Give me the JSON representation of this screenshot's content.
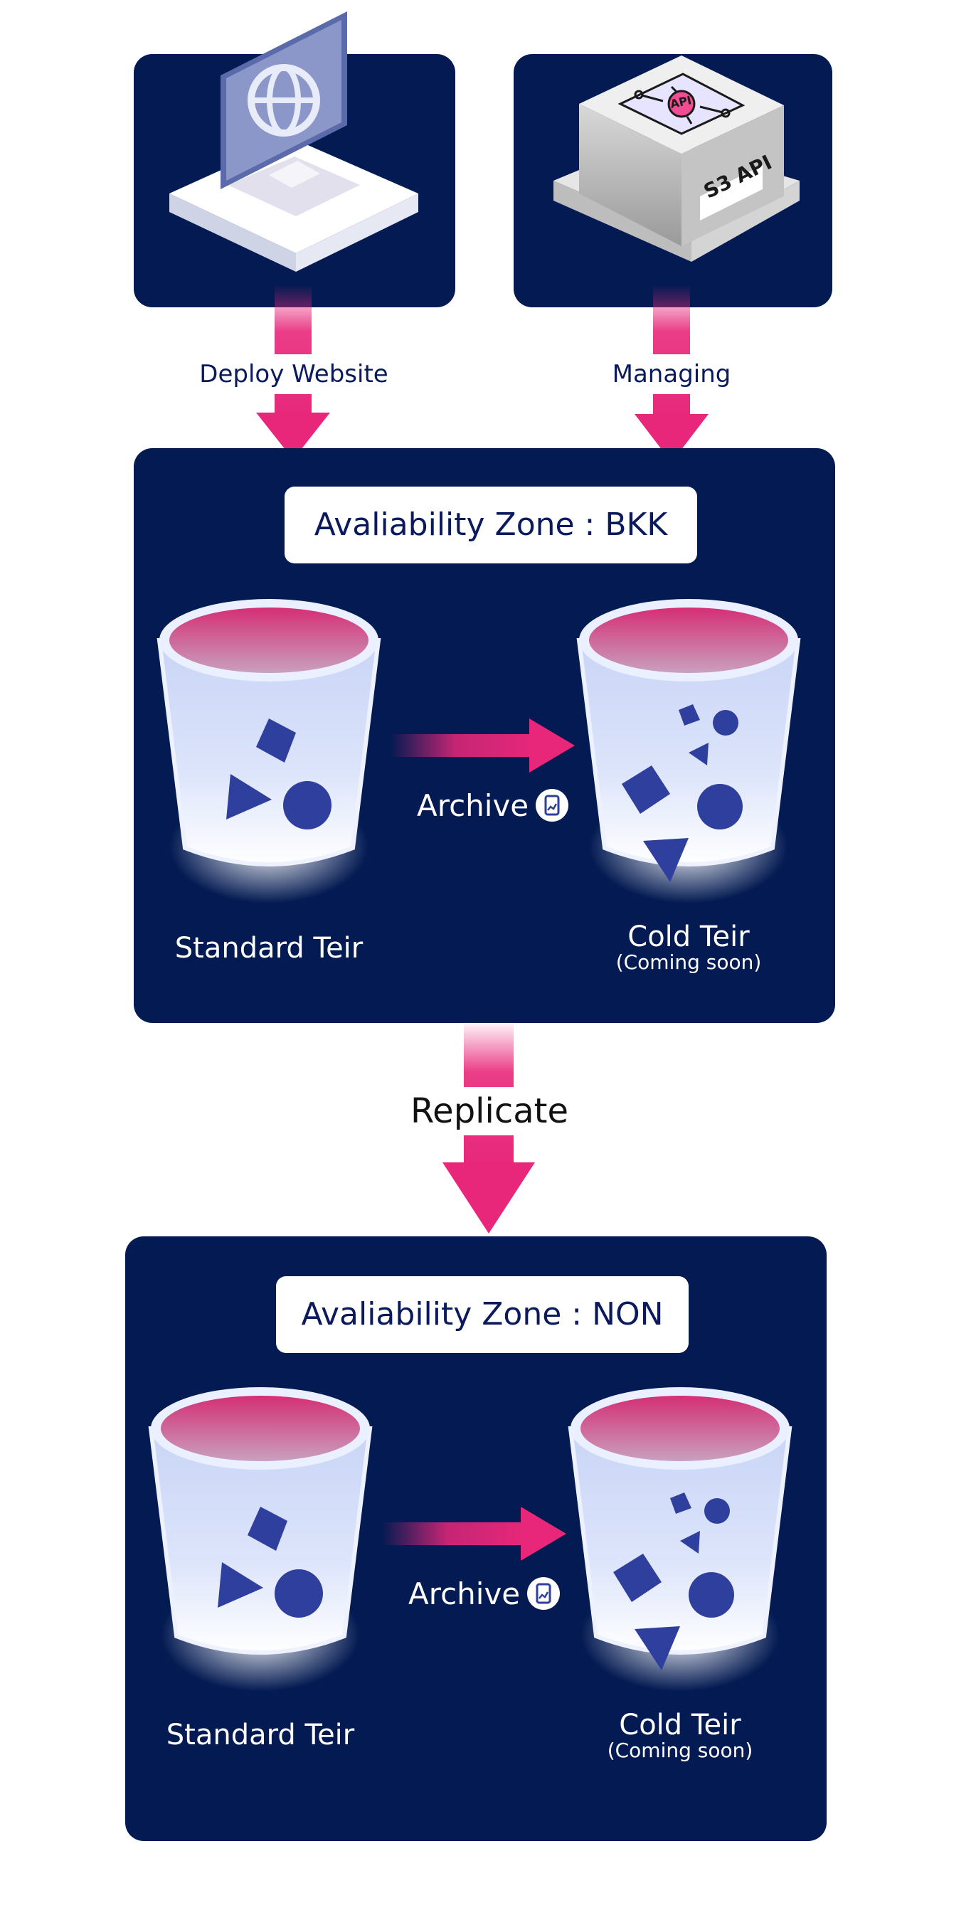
{
  "top_nodes": {
    "website": {
      "icon": "computer-globe-icon"
    },
    "api": {
      "icon": "chip-box-icon",
      "chip_text": "API",
      "box_text": "S3 API"
    }
  },
  "flows": {
    "deploy_label": "Deploy Website",
    "managing_label": "Managing",
    "replicate_label": "Replicate"
  },
  "zones": [
    {
      "title": "Avaliability Zone : BKK",
      "standard_label": "Standard Teir",
      "archive_label": "Archive",
      "cold_label": "Cold Teir",
      "cold_note": "(Coming soon)"
    },
    {
      "title": "Avaliability Zone : NON",
      "standard_label": "Standard Teir",
      "archive_label": "Archive",
      "cold_label": "Cold Teir",
      "cold_note": "(Coming soon)"
    }
  ],
  "colors": {
    "panel": "#031a52",
    "arrow": "#e8277a",
    "shape": "#2e3f9e",
    "bucket_rim": "#d3487a"
  }
}
